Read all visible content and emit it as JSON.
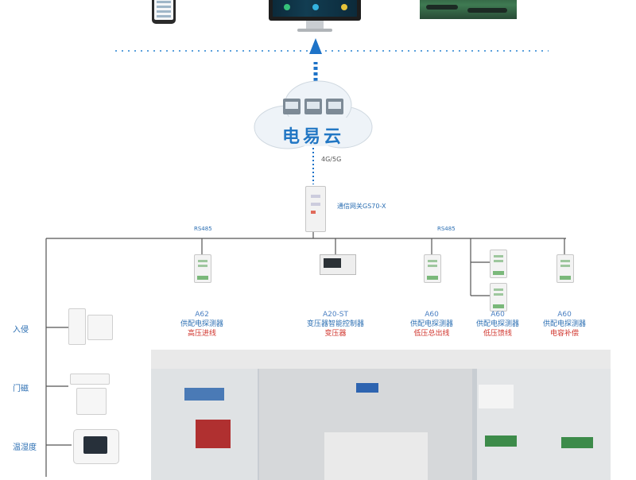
{
  "cloud": {
    "label": "电易云"
  },
  "links": {
    "network": "4G/5G"
  },
  "gateway": {
    "label": "通信网关GS70-X"
  },
  "bus": {
    "left": "RS485",
    "right": "RS485"
  },
  "devices": [
    {
      "model": "A62",
      "name": "供配电探测器",
      "role": "高压进线"
    },
    {
      "model": "A20-ST",
      "name": "变压器智能控制器",
      "role": "变压器"
    },
    {
      "model": "A60",
      "name": "供配电探测器",
      "role": "低压总出线"
    },
    {
      "model": "A60",
      "name": "供配电探测器",
      "role": "低压馈线"
    },
    {
      "model": "A60",
      "name": "供配电探测器",
      "role": "电容补偿"
    }
  ],
  "sensors": [
    {
      "label": "入侵"
    },
    {
      "label": "门磁"
    },
    {
      "label": "温湿度"
    }
  ],
  "colors": {
    "accent": "#2277c4",
    "bus": "#555555",
    "role": "#d0342c",
    "cloud": "#eef3f8"
  }
}
